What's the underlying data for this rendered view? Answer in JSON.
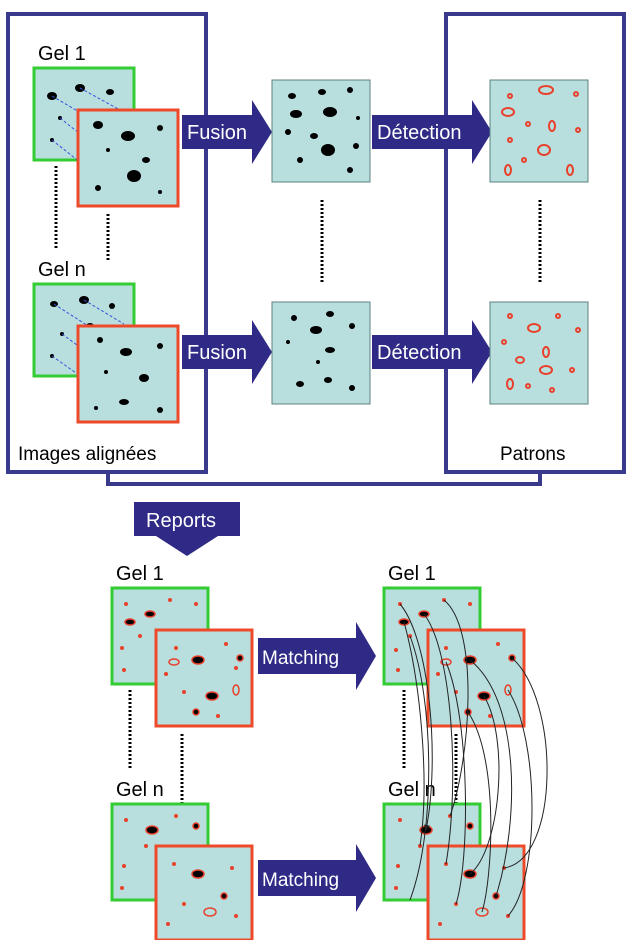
{
  "texts": {
    "gel1_top": "Gel 1",
    "geln_top": "Gel n",
    "fusion": "Fusion",
    "detection": "Détection",
    "images_alignees": "Images alignées",
    "patrons": "Patrons",
    "reports": "Reports",
    "gel1_bl": "Gel 1",
    "gel1_br": "Gel 1",
    "geln_bl": "Gel n",
    "geln_br": "Gel n",
    "matching": "Matching"
  },
  "colors": {
    "frame": "#3a3a8c",
    "arrow": "#2e2a86",
    "arrow_text": "#ffffff",
    "panel_fill": "#b9dede",
    "green_border": "#33cc33",
    "red_border": "#ee4a2a",
    "blob": "#000000",
    "red_spot": "#e8402a",
    "link_dashed": "#3355dd"
  },
  "icons": {
    "flow_arrow": "right-arrow-icon",
    "down_arrow": "down-arrow-icon"
  }
}
